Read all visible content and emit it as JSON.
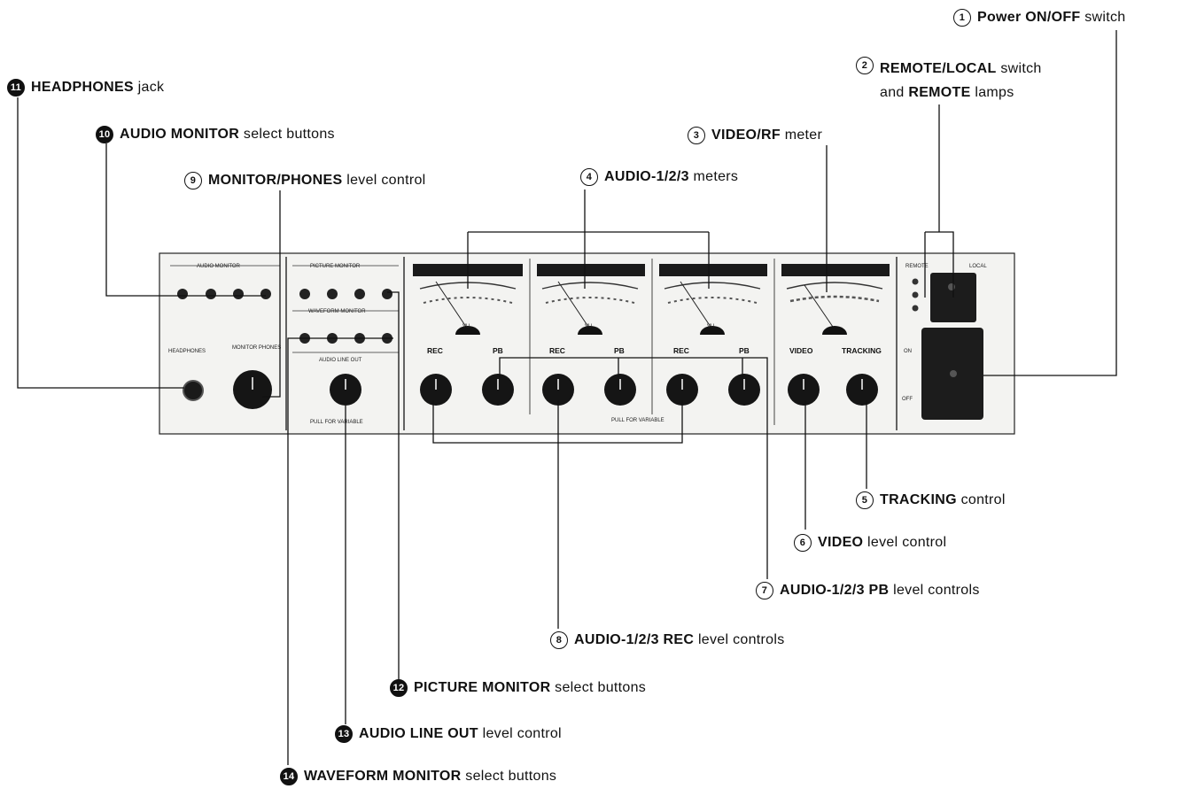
{
  "colors": {
    "ink": "#111111",
    "panel": "#f3f3f1",
    "knob": "#151515",
    "meter_bar": "#1a1a1a",
    "switch_body": "#1c1c1c"
  },
  "callouts": [
    {
      "num": "1",
      "filled": false,
      "bold": "Power ON/OFF",
      "rest": " switch"
    },
    {
      "num": "2",
      "filled": false,
      "bold": "REMOTE/LOCAL",
      "rest": " switch",
      "line2_pre": "and ",
      "line2_bold": "REMOTE",
      "line2_rest": " lamps"
    },
    {
      "num": "3",
      "filled": false,
      "bold": "VIDEO/RF",
      "rest": " meter"
    },
    {
      "num": "4",
      "filled": false,
      "bold": "AUDIO-1/2/3",
      "rest": " meters"
    },
    {
      "num": "5",
      "filled": false,
      "bold": "TRACKING",
      "rest": " control"
    },
    {
      "num": "6",
      "filled": false,
      "bold": "VIDEO",
      "rest": " level control"
    },
    {
      "num": "7",
      "filled": false,
      "bold": "AUDIO-1/2/3 PB",
      "rest": " level controls"
    },
    {
      "num": "8",
      "filled": false,
      "bold": "AUDIO-1/2/3 REC",
      "rest": " level controls"
    },
    {
      "num": "9",
      "filled": false,
      "bold": "MONITOR/PHONES",
      "rest": " level control"
    },
    {
      "num": "10",
      "filled": true,
      "bold": "AUDIO MONITOR",
      "rest": " select buttons"
    },
    {
      "num": "11",
      "filled": true,
      "bold": "HEADPHONES",
      "rest": " jack"
    },
    {
      "num": "12",
      "filled": true,
      "bold": "PICTURE MONITOR",
      "rest": " select buttons"
    },
    {
      "num": "13",
      "filled": true,
      "bold": "AUDIO LINE OUT",
      "rest": " level control"
    },
    {
      "num": "14",
      "filled": true,
      "bold": "WAVEFORM MONITOR",
      "rest": " select buttons"
    }
  ],
  "panel": {
    "audio_monitor_title": "AUDIO MONITOR",
    "picture_monitor_title": "PICTURE MONITOR",
    "waveform_monitor_title": "WAVEFORM MONITOR",
    "audio_line_out": "AUDIO LINE OUT",
    "pull_for_variable": "PULL FOR VARIABLE",
    "pull_for_variable_2": "PULL FOR VARIABLE",
    "headphones": "HEADPHONES",
    "monitor_phones": "MONITOR PHONES",
    "remote": "REMOTE",
    "local": "LOCAL",
    "on": "ON",
    "off": "OFF",
    "vu": "VU",
    "knob_labels": [
      "REC",
      "PB",
      "REC",
      "PB",
      "REC",
      "PB",
      "VIDEO",
      "TRACKING"
    ]
  }
}
